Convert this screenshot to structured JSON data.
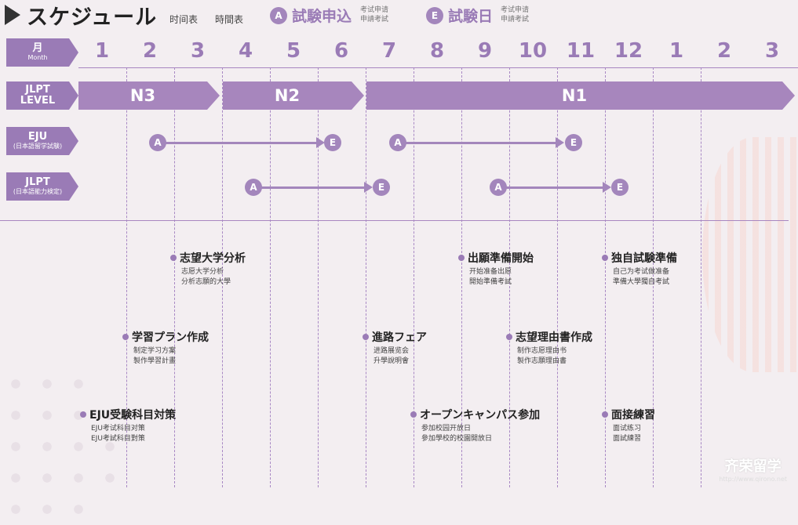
{
  "header": {
    "title": "スケジュール",
    "sub1": "时间表",
    "sub2": "時間表",
    "legend": [
      {
        "letter": "A",
        "label": "試験申込",
        "note1": "考试申请",
        "note2": "申請考試"
      },
      {
        "letter": "E",
        "label": "試験日",
        "note1": "考试申请",
        "note2": "申請考試"
      }
    ]
  },
  "rows": {
    "month": {
      "main": "月",
      "sub": "Month"
    },
    "jlpt_level": {
      "main1": "JLPT",
      "main2": "LEVEL"
    },
    "eju": {
      "main": "EJU",
      "sub": "(日本語留学試験)"
    },
    "jlpt": {
      "main": "JLPT",
      "sub": "(日本語能力検定)"
    }
  },
  "months": [
    "1",
    "2",
    "3",
    "4",
    "5",
    "6",
    "7",
    "8",
    "9",
    "10",
    "11",
    "12",
    "1",
    "2",
    "3"
  ],
  "levels": [
    "N3",
    "N2",
    "N1"
  ],
  "tracks": {
    "eju": [
      {
        "a": "A",
        "e": "E"
      },
      {
        "a": "A",
        "e": "E"
      }
    ],
    "jlpt": [
      {
        "a": "A",
        "e": "E"
      },
      {
        "a": "A",
        "e": "E"
      }
    ]
  },
  "tasks": [
    {
      "title": "志望大学分析",
      "line1": "志愿大学分析",
      "line2": "分析志願的大學"
    },
    {
      "title": "出願準備開始",
      "line1": "开始准备出愿",
      "line2": "開始準備考試"
    },
    {
      "title": "独自試験準備",
      "line1": "自己为考试做准备",
      "line2": "準備大學獨自考試"
    },
    {
      "title": "学習プラン作成",
      "line1": "制定学习方案",
      "line2": "製作學習計畫"
    },
    {
      "title": "進路フェア",
      "line1": "进路展览会",
      "line2": "升學說明會"
    },
    {
      "title": "志望理由書作成",
      "line1": "制作志愿理由书",
      "line2": "製作志願理由書"
    },
    {
      "title": "EJU受験科目対策",
      "line1": "EJU考试科目对策",
      "line2": "EJU考試科目對策"
    },
    {
      "title": "オープンキャンパス参加",
      "line1": "参加校园开放日",
      "line2": "參加學校的校園開放日"
    },
    {
      "title": "面接練習",
      "line1": "面试练习",
      "line2": "面試練習"
    }
  ],
  "logo": {
    "main": "齐荣留学",
    "url": "http://www.qirono.net"
  },
  "colors": {
    "accent": "#9a7bb6",
    "bar": "#a786bd"
  }
}
